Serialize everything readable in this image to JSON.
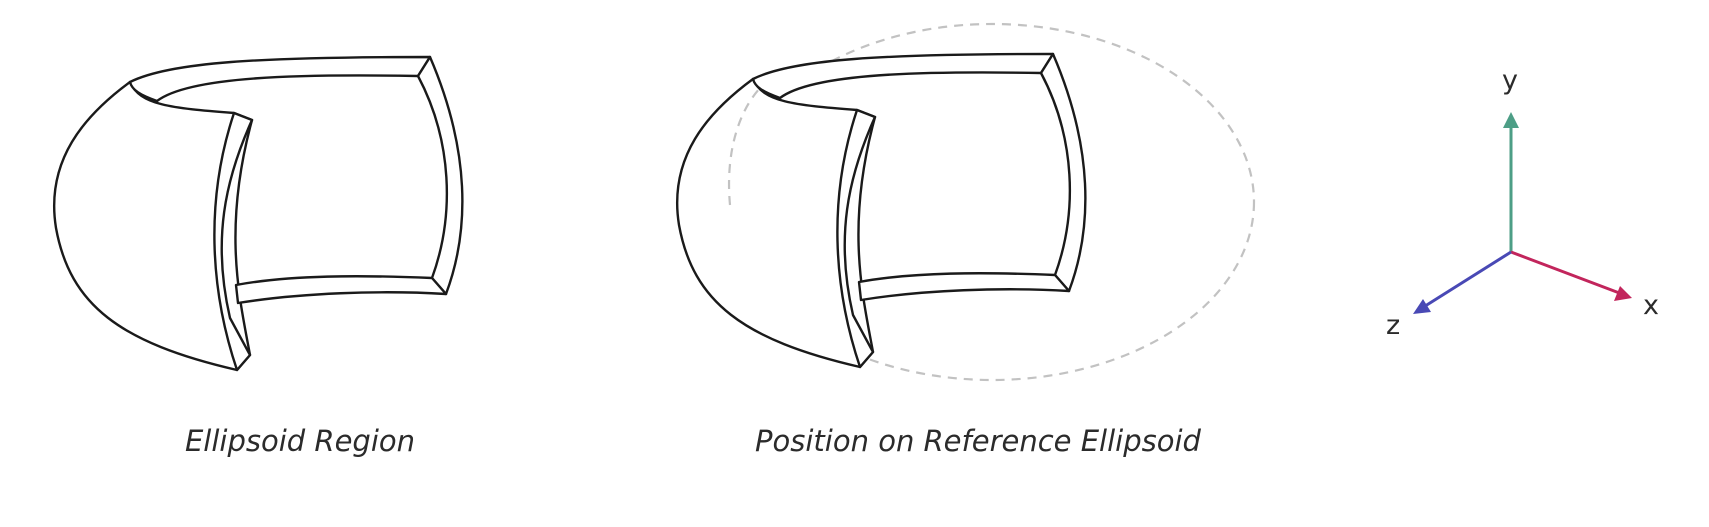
{
  "panels": [
    {
      "caption": "Ellipsoid Region"
    },
    {
      "caption": "Position on Reference Ellipsoid"
    }
  ],
  "axes": {
    "x": {
      "label": "x",
      "color": "#c2255c"
    },
    "y": {
      "label": "y",
      "color": "#4d9e86"
    },
    "z": {
      "label": "z",
      "color": "#4949b5"
    }
  },
  "reference_ellipse_color": "#c2c2c2"
}
